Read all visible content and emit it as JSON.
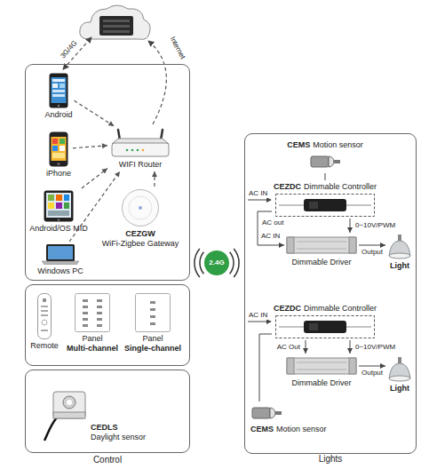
{
  "diagram": {
    "nodes": [
      {
        "text": []
      },
      {
        "text": [
          "Android"
        ],
        "in": 0
      },
      {
        "text": [
          "iPhone"
        ],
        "in": 0
      },
      {
        "text": [
          "Android/OS MID"
        ],
        "in": 0
      },
      {
        "text": [
          "Windows PC"
        ],
        "in": 0
      },
      {
        "text": [
          "WIFI Router"
        ],
        "in": 0
      },
      {
        "text": [
          "CEZGW",
          "WiFi-Zigbee Gateway"
        ],
        "in": 0
      },
      {
        "text": []
      },
      {
        "text": [
          "Remote"
        ],
        "in": 7
      },
      {
        "text": [
          "Panel",
          "Multi-channel"
        ],
        "in": 7
      },
      {
        "text": [
          "Panel",
          "Single-channel"
        ],
        "in": 7
      },
      {
        "text": []
      },
      {
        "text": [
          "CEDLS",
          "Daylight sensor"
        ],
        "in": 11
      },
      {
        "text": [
          "2.4G"
        ]
      },
      {
        "text": [
          "Lights"
        ]
      },
      {
        "text": [
          "CEMS",
          "Motion sensor"
        ],
        "in": 14
      },
      {
        "text": [
          "CEZDC",
          "Dimmable Controller"
        ],
        "in": 14
      },
      {
        "text": [
          "Dimmable Driver"
        ],
        "in": 14
      },
      {
        "text": [
          "Light"
        ],
        "in": 14
      },
      {
        "text": [
          "CEZDC",
          "Dimmable Controller"
        ],
        "in": 14
      },
      {
        "text": [
          "Dimmable Driver"
        ],
        "in": 14
      },
      {
        "text": [
          "Light"
        ],
        "in": 14
      },
      {
        "text": [
          "CEMS",
          "Motion sensor"
        ],
        "in": 14
      }
    ],
    "edges": [
      {
        "from": 1,
        "to": 5,
        "arrow": "to"
      },
      {
        "from": 2,
        "to": 5,
        "arrow": "to"
      },
      {
        "from": 3,
        "to": 5,
        "arrow": "to"
      },
      {
        "from": 4,
        "to": 5,
        "arrow": "to"
      },
      {
        "from": 6,
        "to": 5,
        "arrow": "to"
      },
      {
        "from": 15,
        "to": 16,
        "arrow": "none"
      },
      {
        "from": 16,
        "to": 17,
        "label": "AC out",
        "arrow": "to"
      },
      {
        "from": 16,
        "to": 17,
        "label": "0~10V/PWM",
        "arrow": "to"
      },
      {
        "from": 17,
        "to": 18,
        "label": "Output",
        "arrow": "to"
      },
      {
        "from": 19,
        "to": 20,
        "label": "AC Out",
        "arrow": "to"
      },
      {
        "from": 19,
        "to": 20,
        "label": "0~10V/PWM",
        "arrow": "to"
      },
      {
        "from": 20,
        "to": 21,
        "label": "Output",
        "arrow": "to"
      },
      {
        "from": 22,
        "to": 19,
        "arrow": "none"
      }
    ],
    "labels": [
      "3G/4G",
      "Internet",
      "AC IN",
      "AC IN",
      "AC IN",
      "Control"
    ]
  }
}
